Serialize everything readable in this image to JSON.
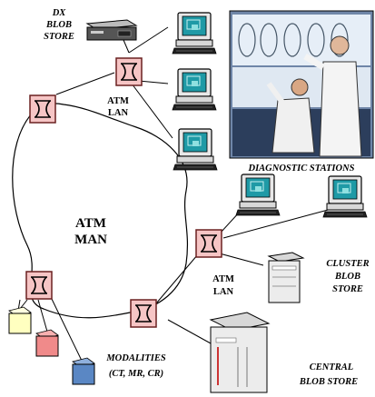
{
  "labels": {
    "dx_store": [
      "DX",
      "BLOB",
      "STORE"
    ],
    "atm_lan_top": [
      "ATM",
      "LAN"
    ],
    "diagnostic": "DIAGNOSTIC STATIONS",
    "atm_man": [
      "ATM",
      "MAN"
    ],
    "atm_lan_bottom": [
      "ATM",
      "LAN"
    ],
    "cluster_store": [
      "CLUSTER",
      "BLOB",
      "STORE"
    ],
    "modalities": [
      "MODALITIES",
      "(CT, MR, CR)"
    ],
    "central_store": [
      "CENTRAL",
      "BLOB STORE"
    ]
  },
  "colors": {
    "switch_fill": "#f6c5c5",
    "switch_stroke": "#6a2020",
    "monitor_screen": "#1f9aa6",
    "modality_yellow": "#ffffc0",
    "modality_pink": "#f08a8a",
    "modality_blue": "#5a87c4"
  },
  "icons": {
    "switch": "atm-switch-icon",
    "workstation": "workstation-computer-icon",
    "server": "server-tower-icon",
    "storage": "blob-storage-device-icon",
    "photo": "radiologists-at-lightbox-photo"
  }
}
